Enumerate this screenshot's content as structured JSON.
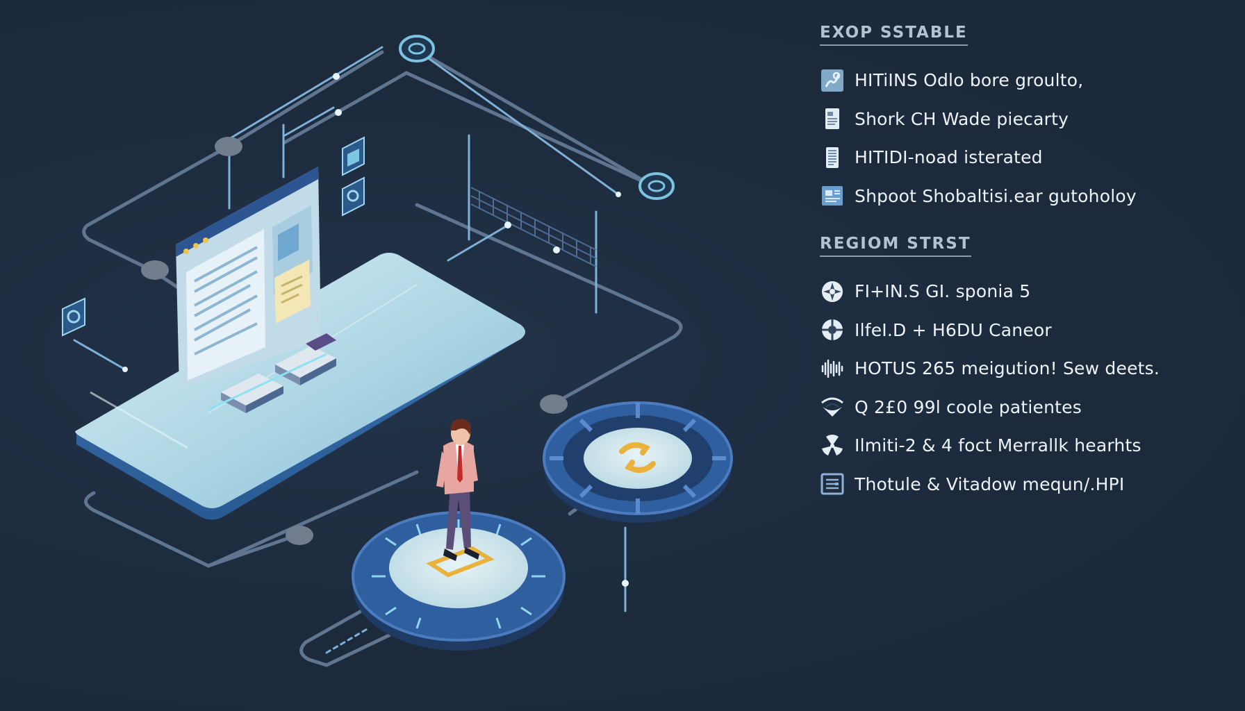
{
  "sections": [
    {
      "heading": "EXOP SSTABLE",
      "items": [
        {
          "icon": "map-route-icon",
          "label": "HITiINS Odlo bore groulto,"
        },
        {
          "icon": "document-icon",
          "label": "Shork CH Wade piecarty"
        },
        {
          "icon": "list-document-icon",
          "label": "HITIDI-noad isterated"
        },
        {
          "icon": "window-icon",
          "label": "Shpoot Shobaltisi.ear gutoholoy"
        }
      ]
    },
    {
      "heading": "REGIOM STRST",
      "items": [
        {
          "icon": "compass-icon",
          "label": "FI+IN.S GI. sponia 5"
        },
        {
          "icon": "target-icon",
          "label": "IlfeI.D + H6DU Caneor"
        },
        {
          "icon": "waveform-icon",
          "label": "HOTUS 265 meigution! Sew deets."
        },
        {
          "icon": "wifi-icon",
          "label": "Q 2£0 99l coole patientes"
        },
        {
          "icon": "radiation-icon",
          "label": "Ilmiti-2 & 4 foct Merrallk hearhts"
        },
        {
          "icon": "dashboard-icon",
          "label": "Thotule & Vitadow mequn/.HPI"
        }
      ]
    }
  ],
  "colors": {
    "background": "#1e2c3e",
    "line": "#6c7e94",
    "accent_blue": "#2f5f9e",
    "platform_light": "#cfe8ef",
    "highlight": "#e9b23c",
    "text": "#eef3f9",
    "heading": "#b5c2d2"
  }
}
